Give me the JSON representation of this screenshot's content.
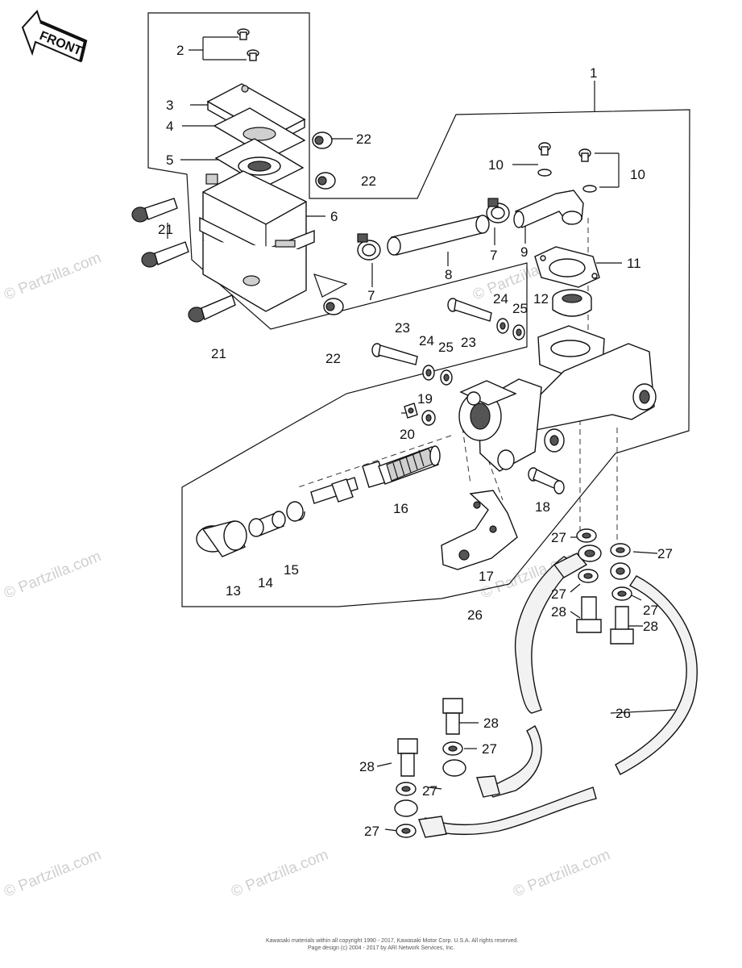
{
  "front_label": "FRONT",
  "watermark": "© Partzilla.com",
  "footer": {
    "line1": "Kawasaki materials within all copyright 1990 - 2017, Kawasaki Motor Corp. U.S.A. All rights reserved.",
    "line2": "Page design (c) 2004 - 2017 by ARI Network Services, Inc."
  },
  "callouts": {
    "c1": "1",
    "c2": "2",
    "c3": "3",
    "c4": "4",
    "c5": "5",
    "c6": "6",
    "c7a": "7",
    "c7b": "7",
    "c8": "8",
    "c9": "9",
    "c10a": "10",
    "c10b": "10",
    "c11": "11",
    "c12": "12",
    "c13": "13",
    "c14": "14",
    "c15": "15",
    "c16": "16",
    "c17": "17",
    "c18": "18",
    "c19": "19",
    "c20": "20",
    "c21a": "21",
    "c21b": "21",
    "c22a": "22",
    "c22b": "22",
    "c22c": "22",
    "c23a": "23",
    "c23b": "23",
    "c24a": "24",
    "c24b": "24",
    "c25a": "25",
    "c25b": "25",
    "c26a": "26",
    "c26b": "26",
    "c27a": "27",
    "c27b": "27",
    "c27c": "27",
    "c27d": "27",
    "c27e": "27",
    "c27f": "27",
    "c27g": "27",
    "c28a": "28",
    "c28b": "28",
    "c28c": "28",
    "c28d": "28"
  }
}
